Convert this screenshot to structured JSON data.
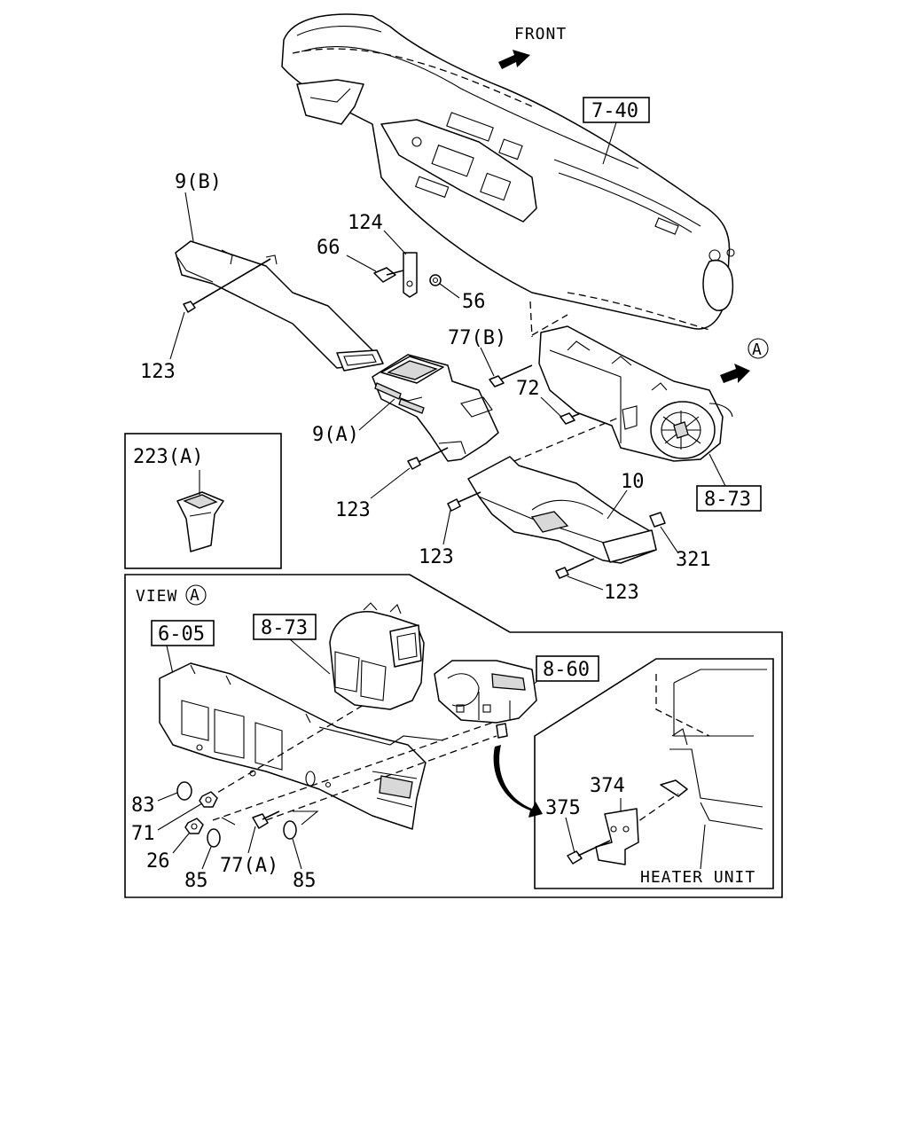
{
  "direction_label": "FRONT",
  "view_a_marker": "A",
  "callouts": {
    "dash_panel_ref": "7-40",
    "blower_ref_top": "8-73",
    "blower_ref_view": "8-73",
    "bracket_ref": "6-05",
    "heater_ref": "8-60"
  },
  "parts": {
    "duct_9b": "9(B)",
    "bracket_124": "124",
    "bolt_66": "66",
    "nut_56": "56",
    "screw_123_top": "123",
    "bolt_77b": "77(B)",
    "bolt_72": "72",
    "duct_9a": "9(A)",
    "clip_223a": "223(A)",
    "screw_123_mid": "123",
    "duct_10": "10",
    "screw_123_low": "123",
    "clip_321": "321",
    "screw_123_right": "123",
    "seal_83": "83",
    "nut_71": "71",
    "nut_26": "26",
    "seal_85_left": "85",
    "bolt_77a": "77(A)",
    "seal_85_right": "85",
    "bracket_374": "374",
    "screw_375": "375"
  },
  "view_label": "VIEW",
  "heater_unit_label": "HEATER UNIT"
}
